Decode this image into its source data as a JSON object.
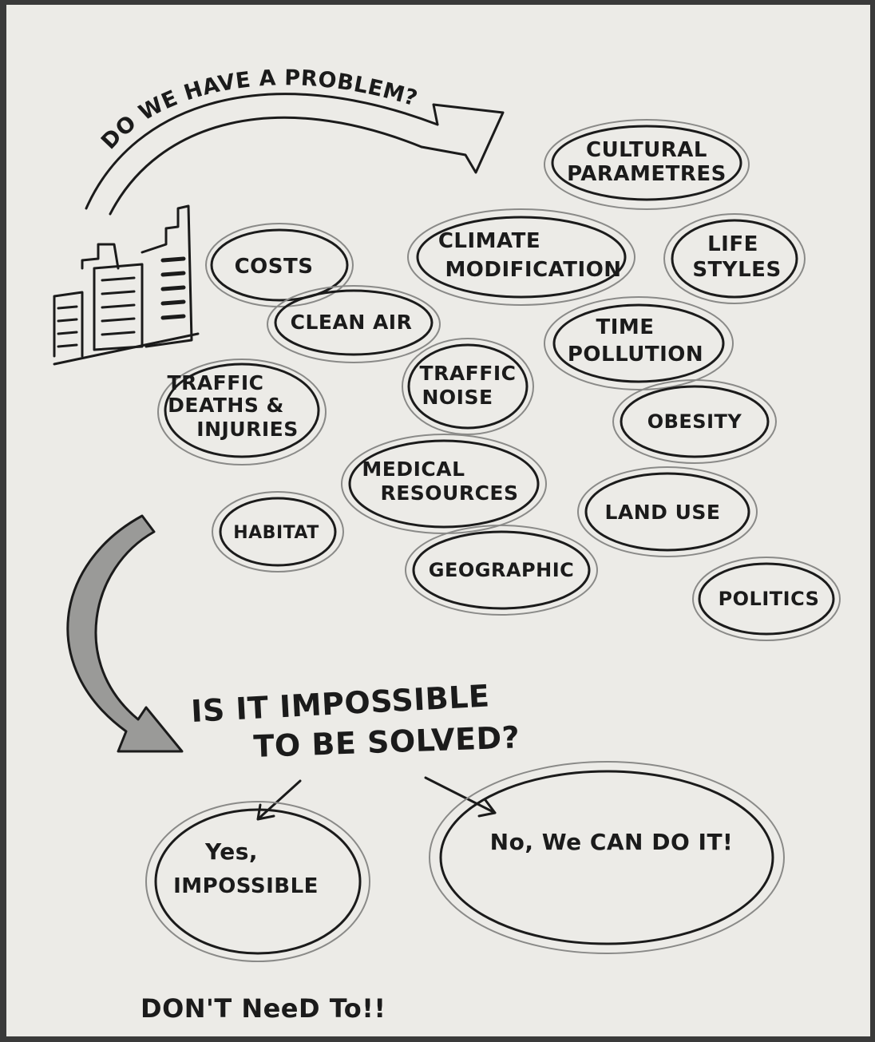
{
  "title": "DO WE HAVE A PROBLEM?",
  "question": [
    "IS IT IMPOSSIBLE",
    "TO BE SOLVED?"
  ],
  "factors": [
    {
      "id": "cultural",
      "lines": [
        "CULTURAL",
        "PARAMETRES"
      ]
    },
    {
      "id": "costs",
      "lines": [
        "COSTS"
      ]
    },
    {
      "id": "climate",
      "lines": [
        "CLIMATE",
        "MODIFICATION"
      ]
    },
    {
      "id": "lifestyles",
      "lines": [
        "LIFE",
        "STYLES"
      ]
    },
    {
      "id": "cleanair",
      "lines": [
        "CLEAN AIR"
      ]
    },
    {
      "id": "time",
      "lines": [
        "TIME",
        "POLLUTION"
      ]
    },
    {
      "id": "traffic-deaths",
      "lines": [
        "TRAFFIC",
        "DEATHS &",
        "INJURIES"
      ]
    },
    {
      "id": "traffic-noise",
      "lines": [
        "TRAFFIC",
        "NOISE"
      ]
    },
    {
      "id": "obesity",
      "lines": [
        "OBESITY"
      ]
    },
    {
      "id": "medical",
      "lines": [
        "MEDICAL",
        "RESOURCES"
      ]
    },
    {
      "id": "landuse",
      "lines": [
        "LAND USE"
      ]
    },
    {
      "id": "habitat",
      "lines": [
        "HABITAT"
      ]
    },
    {
      "id": "geographic",
      "lines": [
        "GEOGRAPHIC"
      ]
    },
    {
      "id": "politics",
      "lines": [
        "POLITICS"
      ]
    }
  ],
  "answers": {
    "yes": [
      "Yes,",
      "IMPOSSIBLE"
    ],
    "no": "No, We CAN DO IT!"
  },
  "footer": "DON'T NeeD To!!",
  "colors": {
    "ink": "#1b1b1b",
    "paper": "#ecebe7",
    "shadow": "#8a8a88",
    "frame": "#3a3a3a"
  },
  "icons": [
    "curved-arrow-icon",
    "city-buildings-icon",
    "down-arrow-icon"
  ]
}
